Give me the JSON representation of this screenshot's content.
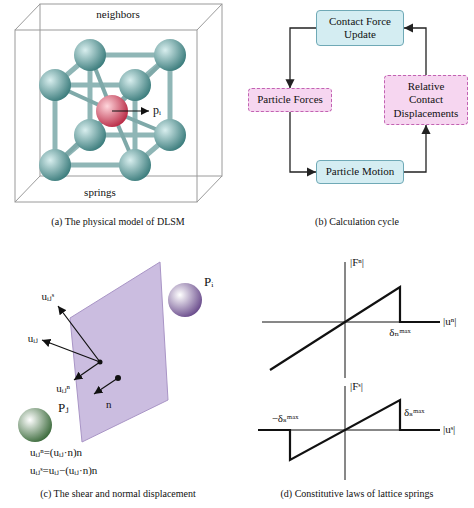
{
  "diagram": {
    "nodes": [
      {
        "text": [
          "Contact Force Update"
        ]
      },
      {
        "text": [
          "Particle Forces"
        ]
      },
      {
        "text": [
          "Relative Contact Displacements"
        ]
      },
      {
        "text": [
          "Particle Motion"
        ]
      }
    ],
    "edges": [
      {
        "from": 0,
        "to": 1,
        "arrow": "to"
      },
      {
        "from": 1,
        "to": 3,
        "arrow": "to"
      },
      {
        "from": 3,
        "to": 2,
        "arrow": "to"
      },
      {
        "from": 2,
        "to": 0,
        "arrow": "to"
      }
    ],
    "labels": [
      "neighbors",
      "springs",
      "pᵢ",
      "(a) The physical model of DLSM",
      "(b) Calculation cycle",
      "Pᵢ",
      "uᵢⱼˢ",
      "uᵢⱼ",
      "uᵢⱼⁿ",
      "n",
      "Pⱼ",
      "uᵢⱼⁿ=(uᵢⱼ·n)n",
      "uᵢⱼˢ=uᵢⱼ−(uᵢⱼ·n)n",
      "(c) The shear and normal displacement",
      "|Fⁿ|",
      "δₙᵐᵃˣ",
      "|uⁿ|",
      "|Fˢ|",
      "−δₛᵐᵃˣ",
      "δₛᵐᵃˣ",
      "|uˢ|",
      "(d) Constitutive laws of lattice springs"
    ]
  }
}
